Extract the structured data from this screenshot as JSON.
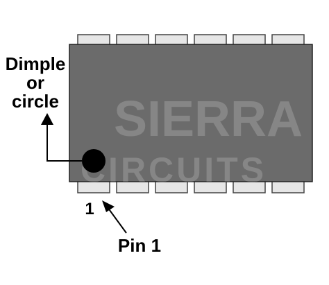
{
  "diagram": {
    "title": "",
    "component": "dual-inline-package-ic",
    "pins_per_side": 6,
    "colors": {
      "body": "#6b6b6b",
      "body_outline": "#222222",
      "pin_fill": "#e6e6e6",
      "pin_outline": "#444444",
      "marker_dot": "#000000",
      "text": "#000000",
      "watermark": "#d8d8d8"
    },
    "marker_label": {
      "line1": "Dimple",
      "line2": "or",
      "line3": "circle"
    },
    "pin_number": "1",
    "pin_label": "Pin 1",
    "watermark": {
      "line1": "SIERRA",
      "line2": "CIRCUITS"
    }
  }
}
